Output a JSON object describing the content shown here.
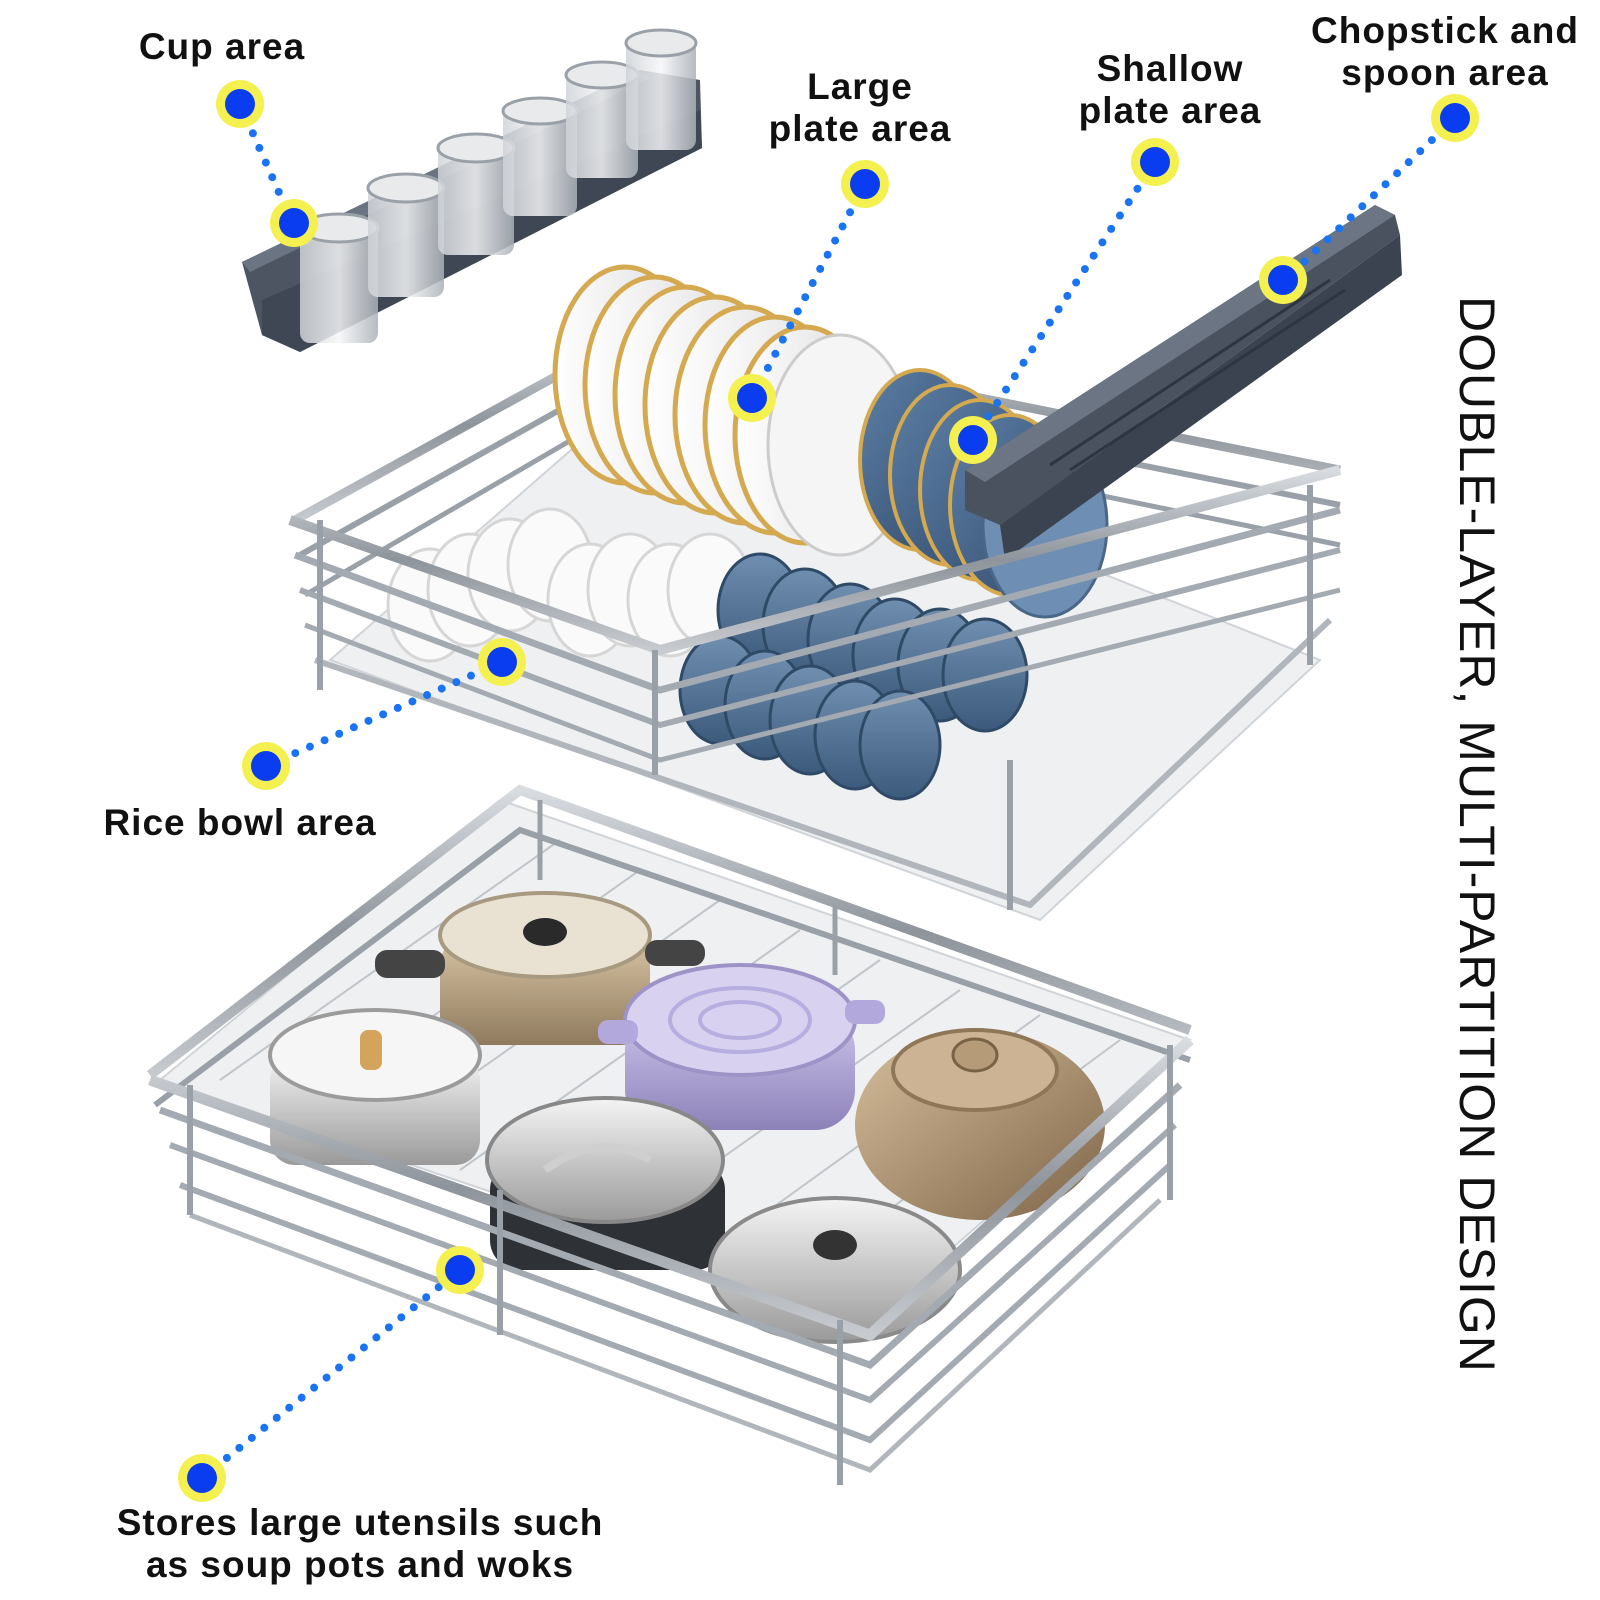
{
  "headline": "DOUBLE-LAYER, MULTI-PARTITION DESIGN",
  "callouts": {
    "cup": [
      "Cup area"
    ],
    "large_plate": [
      "Large",
      "plate area"
    ],
    "shallow_plate": [
      "Shallow",
      "plate area"
    ],
    "chopstick": [
      "Chopstick and",
      "spoon area"
    ],
    "rice_bowl": [
      "Rice bowl area"
    ],
    "utensils": [
      "Stores large utensils such",
      "as soup pots and woks"
    ]
  },
  "colors": {
    "marker_fill": "#0a3cf0",
    "marker_ring": "#f4f050",
    "dotted_line": "#1a73f0",
    "rack_steel": "#9aa0a8",
    "organizer": "#4a5260"
  }
}
